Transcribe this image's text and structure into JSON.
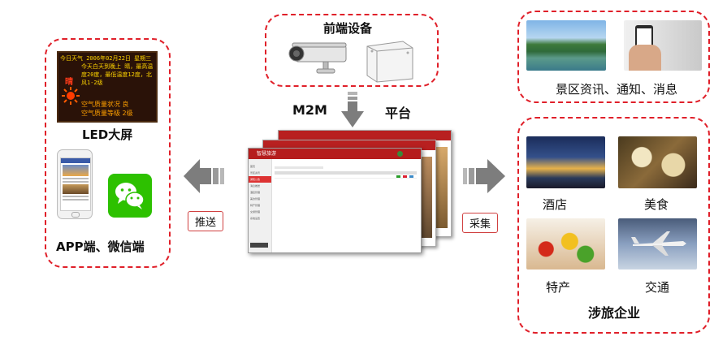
{
  "left_panel": {
    "led_screen": {
      "title": "LED大屏",
      "lines": [
        "今日天气 2006年02月22日 星期三",
        "今天白天到晚上 晴，最高温",
        "度20度，最低温度12度，北",
        "风1-2级",
        "空气质量状况 良",
        "空气质量等级 2级"
      ],
      "weather": "晴"
    },
    "title": "APP端、微信端"
  },
  "front_device": {
    "title": "前端设备"
  },
  "m2m": {
    "left": "M2M",
    "right": "平台"
  },
  "platform": {
    "brand": "智慧旅游",
    "menu": [
      "首页",
      "景区资讯",
      "通知公告",
      "消息推送",
      "酒店管理",
      "美食管理",
      "特产管理",
      "交通管理",
      "系统设置"
    ]
  },
  "arrows": {
    "push": "推送",
    "collect": "采集"
  },
  "info_panel": {
    "title": "景区资讯、通知、消息"
  },
  "enterprise_panel": {
    "title": "涉旅企业",
    "items": [
      {
        "label": "酒店"
      },
      {
        "label": "美食"
      },
      {
        "label": "特产"
      },
      {
        "label": "交通"
      }
    ]
  }
}
